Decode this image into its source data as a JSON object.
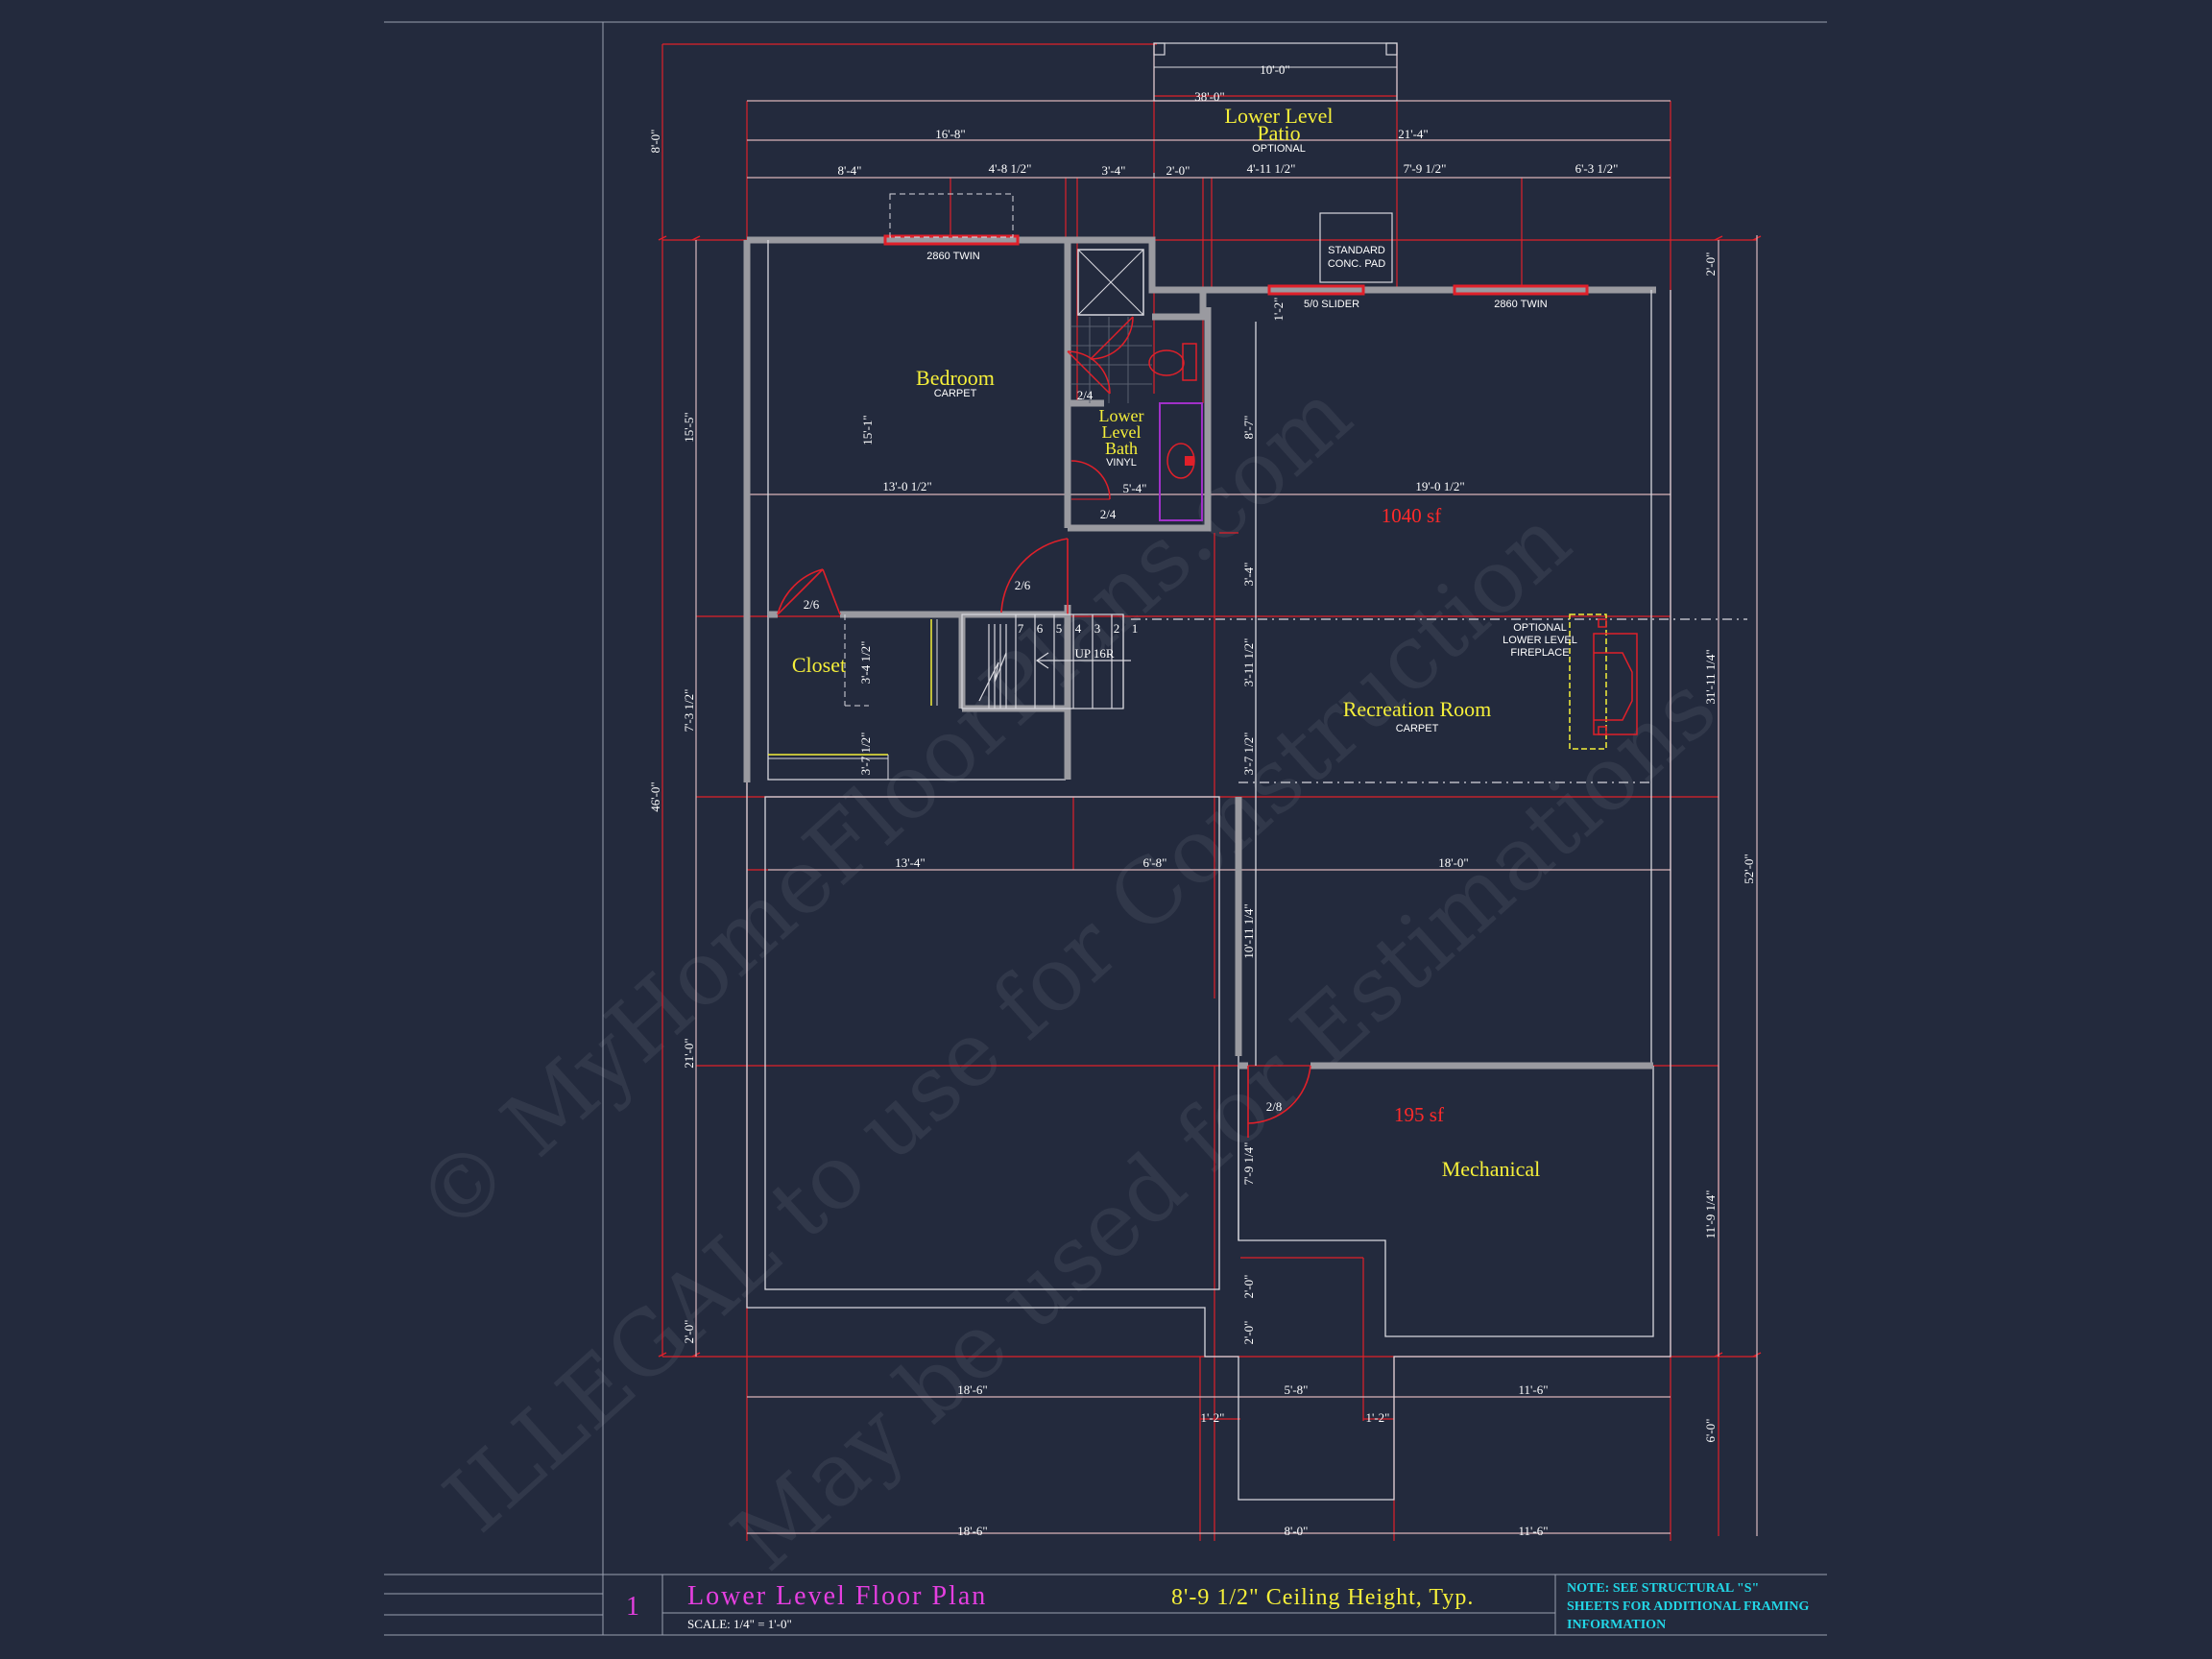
{
  "watermark": {
    "line1": "© MyHomeFloorPlans.com",
    "line2": "ILLEGAL to use for Construction",
    "line3": "May be used for Estimations"
  },
  "title_block": {
    "number": "1",
    "title": "Lower Level Floor Plan",
    "scale": "SCALE: 1/4\" = 1'-0\"",
    "ceiling": "8'-9 1/2\" Ceiling Height, Typ.",
    "note_lines": [
      "NOTE: SEE STRUCTURAL \"S\"",
      "SHEETS FOR ADDITIONAL FRAMING",
      "INFORMATION"
    ]
  },
  "rooms": {
    "patio": "Lower Level",
    "patio2": "Patio",
    "patio_sub": "OPTIONAL",
    "bedroom": "Bedroom",
    "bedroom_sub": "CARPET",
    "bath1": "Lower",
    "bath2": "Level",
    "bath3": "Bath",
    "bath_sub": "VINYL",
    "closet": "Closet",
    "rec": "Recreation Room",
    "rec_sub": "CARPET",
    "mech": "Mechanical",
    "sf_main": "1040 sf",
    "sf_mech": "195 sf"
  },
  "labels": {
    "pad1": "STANDARD",
    "pad2": "CONC. PAD",
    "slider": "5/0 SLIDER",
    "twin1": "2860 TWIN",
    "twin2": "2860 TWIN",
    "fp1": "OPTIONAL",
    "fp2": "LOWER LEVEL",
    "fp3": "FIREPLACE",
    "stairs": "UP 16R",
    "door_26a": "2/6",
    "door_26b": "2/6",
    "door_24a": "2/4",
    "door_24b": "2/4",
    "door_28": "2/8",
    "steps": [
      "7",
      "6",
      "5",
      "4",
      "3",
      "2",
      "1"
    ]
  },
  "dimensions": {
    "top": {
      "d10": "10'-0\"",
      "d38": "38'-0\"",
      "d16_8": "16'-8\"",
      "d21_4": "21'-4\"",
      "d8_4": "8'-4\"",
      "d4_8": "4'-8 1/2\"",
      "d3_4": "3'-4\"",
      "d2_0": "2'-0\"",
      "d4_11": "4'-11 1/2\"",
      "d7_9": "7'-9 1/2\"",
      "d6_3": "6'-3 1/2\""
    },
    "interior": {
      "d13_0": "13'-0 1/2\"",
      "d19_0": "19'-0 1/2\"",
      "d5_4": "5'-4\"",
      "d13_4": "13'-4\"",
      "d6_8": "6'-8\"",
      "d18_0": "18'-0\""
    },
    "bottom": {
      "b18_6": "18'-6\"",
      "b5_8": "5'-8\"",
      "b11_6": "11'-6\"",
      "b1_2a": "1'-2\"",
      "b1_2b": "1'-2\"",
      "c18_6": "18'-6\"",
      "c8_0": "8'-0\"",
      "c11_6": "11'-6\""
    },
    "left": {
      "l8_0": "8'-0\"",
      "l15_5": "15'-5\"",
      "l46_0": "46'-0\"",
      "l7_3": "7'-3 1/2\"",
      "l21_0": "21'-0\"",
      "l2_0": "2'-0\"",
      "l15_1": "15'-1\"",
      "l3_4": "3'-4 1/2\"",
      "l3_7": "3'-7 1/2\""
    },
    "center": {
      "c8_7": "8'-7\"",
      "c3_4": "3'-4\"",
      "c3_11": "3'-11 1/2\"",
      "c3_7": "3'-7 1/2\"",
      "c10_11": "10'-11 1/4\"",
      "c7_9": "7'-9 1/4\"",
      "c2_0a": "2'-0\"",
      "c2_0b": "2'-0\"",
      "c1_2": "1'-2\""
    },
    "right": {
      "r2_0": "2'-0\"",
      "r31_11": "31'-11 1/4\"",
      "r52_0": "52'-0\"",
      "r11_9": "11'-9 1/4\"",
      "r6_0": "6'-0\""
    }
  },
  "colors": {
    "background": "#232a3d",
    "wall": "#9a9aa0",
    "dimension_line": "#e0202a",
    "room_label": "#f5ef3a",
    "title": "#e53fe0",
    "note": "#22d6e6"
  }
}
